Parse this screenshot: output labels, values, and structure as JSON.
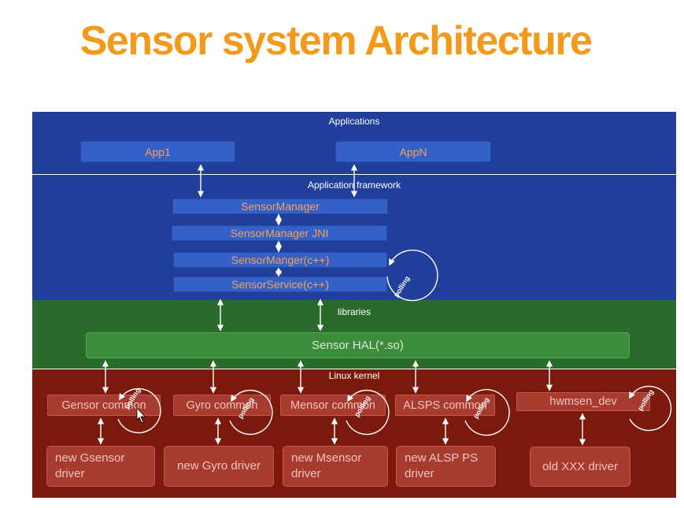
{
  "title": "Sensor system Architecture",
  "layers": {
    "applications": "Applications",
    "framework": "Application framework",
    "libraries": "libraries",
    "kernel": "Linux kernel"
  },
  "apps": {
    "app1": "App1",
    "appn": "AppN"
  },
  "framework_boxes": {
    "sensor_manager": "SensorManager",
    "sensor_manager_jni": "SensorManager JNI",
    "sensor_manger_cpp": "SensorManger(c++)",
    "sensor_service_cpp": "SensorService(c++)"
  },
  "hal": "Sensor HAL(*.so)",
  "kernel_common": {
    "gsensor": "Gensor  common",
    "gyro": "Gyro  common",
    "msensor": "Mensor  common",
    "alsps": "ALSPS common",
    "hwmsen": "hwmsen_dev"
  },
  "drivers": {
    "gsensor": "new Gsensor driver",
    "gyro": "new Gyro driver",
    "msensor": "new Msensor driver",
    "alsps": "new ALSP PS  driver",
    "old": "old  XXX  driver"
  },
  "polling": "polling",
  "colors": {
    "title": "#f39a1b",
    "applications_layer": "#1f3f9a",
    "libraries_layer": "#2a6a2a",
    "kernel_layer": "#7b1a0c"
  }
}
